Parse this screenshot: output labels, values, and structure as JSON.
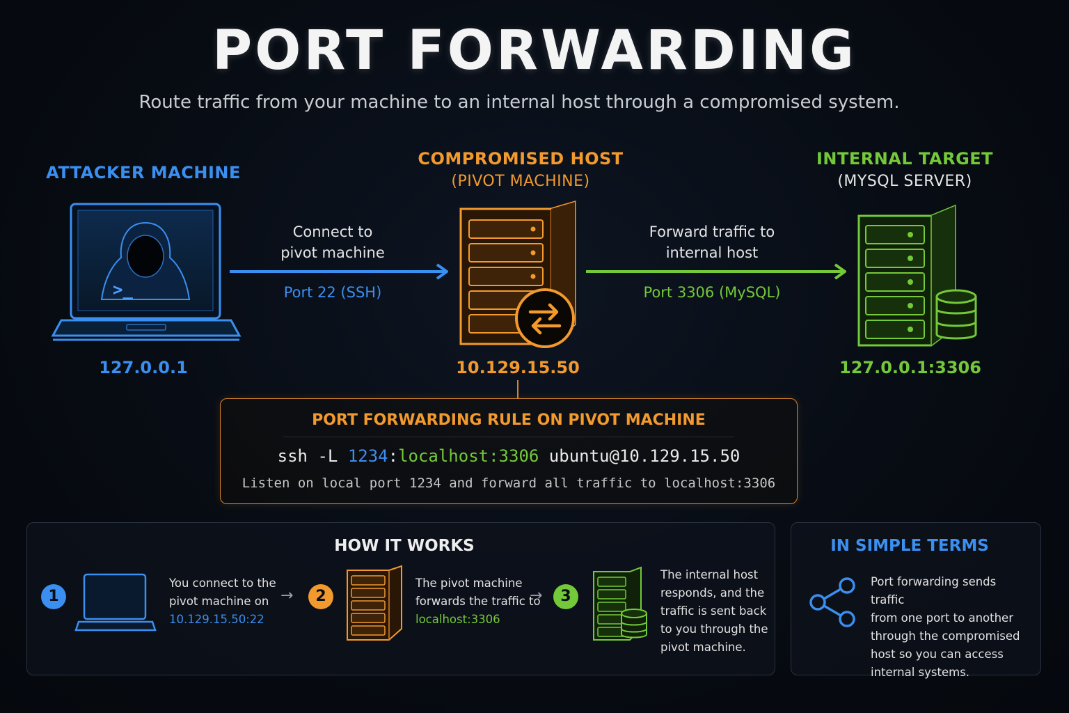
{
  "title": "PORT FORWARDING",
  "subtitle": "Route traffic from your machine to an internal host through a compromised system.",
  "nodes": {
    "attacker": {
      "title": "ATTACKER MACHINE",
      "ip": "127.0.0.1",
      "prompt": ">_"
    },
    "pivot": {
      "title": "COMPROMISED HOST",
      "subtitle": "(PIVOT MACHINE)",
      "ip": "10.129.15.50"
    },
    "target": {
      "title": "INTERNAL TARGET",
      "subtitle": "(MYSQL SERVER)",
      "ip": "127.0.0.1:3306"
    }
  },
  "links": {
    "first": {
      "line1": "Connect to",
      "line2": "pivot machine",
      "port": "Port 22 (SSH)"
    },
    "second": {
      "line1": "Forward traffic to",
      "line2": "internal host",
      "port": "Port 3306 (MySQL)"
    }
  },
  "rule": {
    "title": "PORT FORWARDING RULE ON PIVOT MACHINE",
    "cmd_prefix": "ssh -L ",
    "cmd_port": "1234",
    "cmd_sep": ":",
    "cmd_dest": "localhost:3306",
    "cmd_suffix": " ubuntu@10.129.15.50",
    "description": "Listen on local port 1234 and forward all traffic to localhost:3306"
  },
  "how_it_works": {
    "title": "HOW IT WORKS",
    "arrow": "→",
    "steps": [
      {
        "num": "1",
        "line1": "You connect to the",
        "line2": "pivot machine on",
        "highlight": "10.129.15.50:22"
      },
      {
        "num": "2",
        "line1": "The pivot machine",
        "line2": "forwards the traffic to",
        "highlight": "localhost:3306"
      },
      {
        "num": "3",
        "lines": [
          "The internal host",
          "responds, and the",
          "traffic is sent back",
          "to you through the",
          "pivot machine."
        ]
      }
    ]
  },
  "simple_terms": {
    "title": "IN SIMPLE TERMS",
    "lines": [
      "Port forwarding sends traffic",
      "from one port to another",
      "through the compromised",
      "host so you can access",
      "internal systems."
    ]
  },
  "colors": {
    "blue": "#3b8ff0",
    "orange": "#f29a2e",
    "green": "#74c93a",
    "background": "#070b12"
  },
  "icons": [
    "hacker-laptop-icon",
    "pivot-server-icon",
    "swap-arrows-icon",
    "mysql-server-icon",
    "database-icon",
    "share-icon"
  ]
}
